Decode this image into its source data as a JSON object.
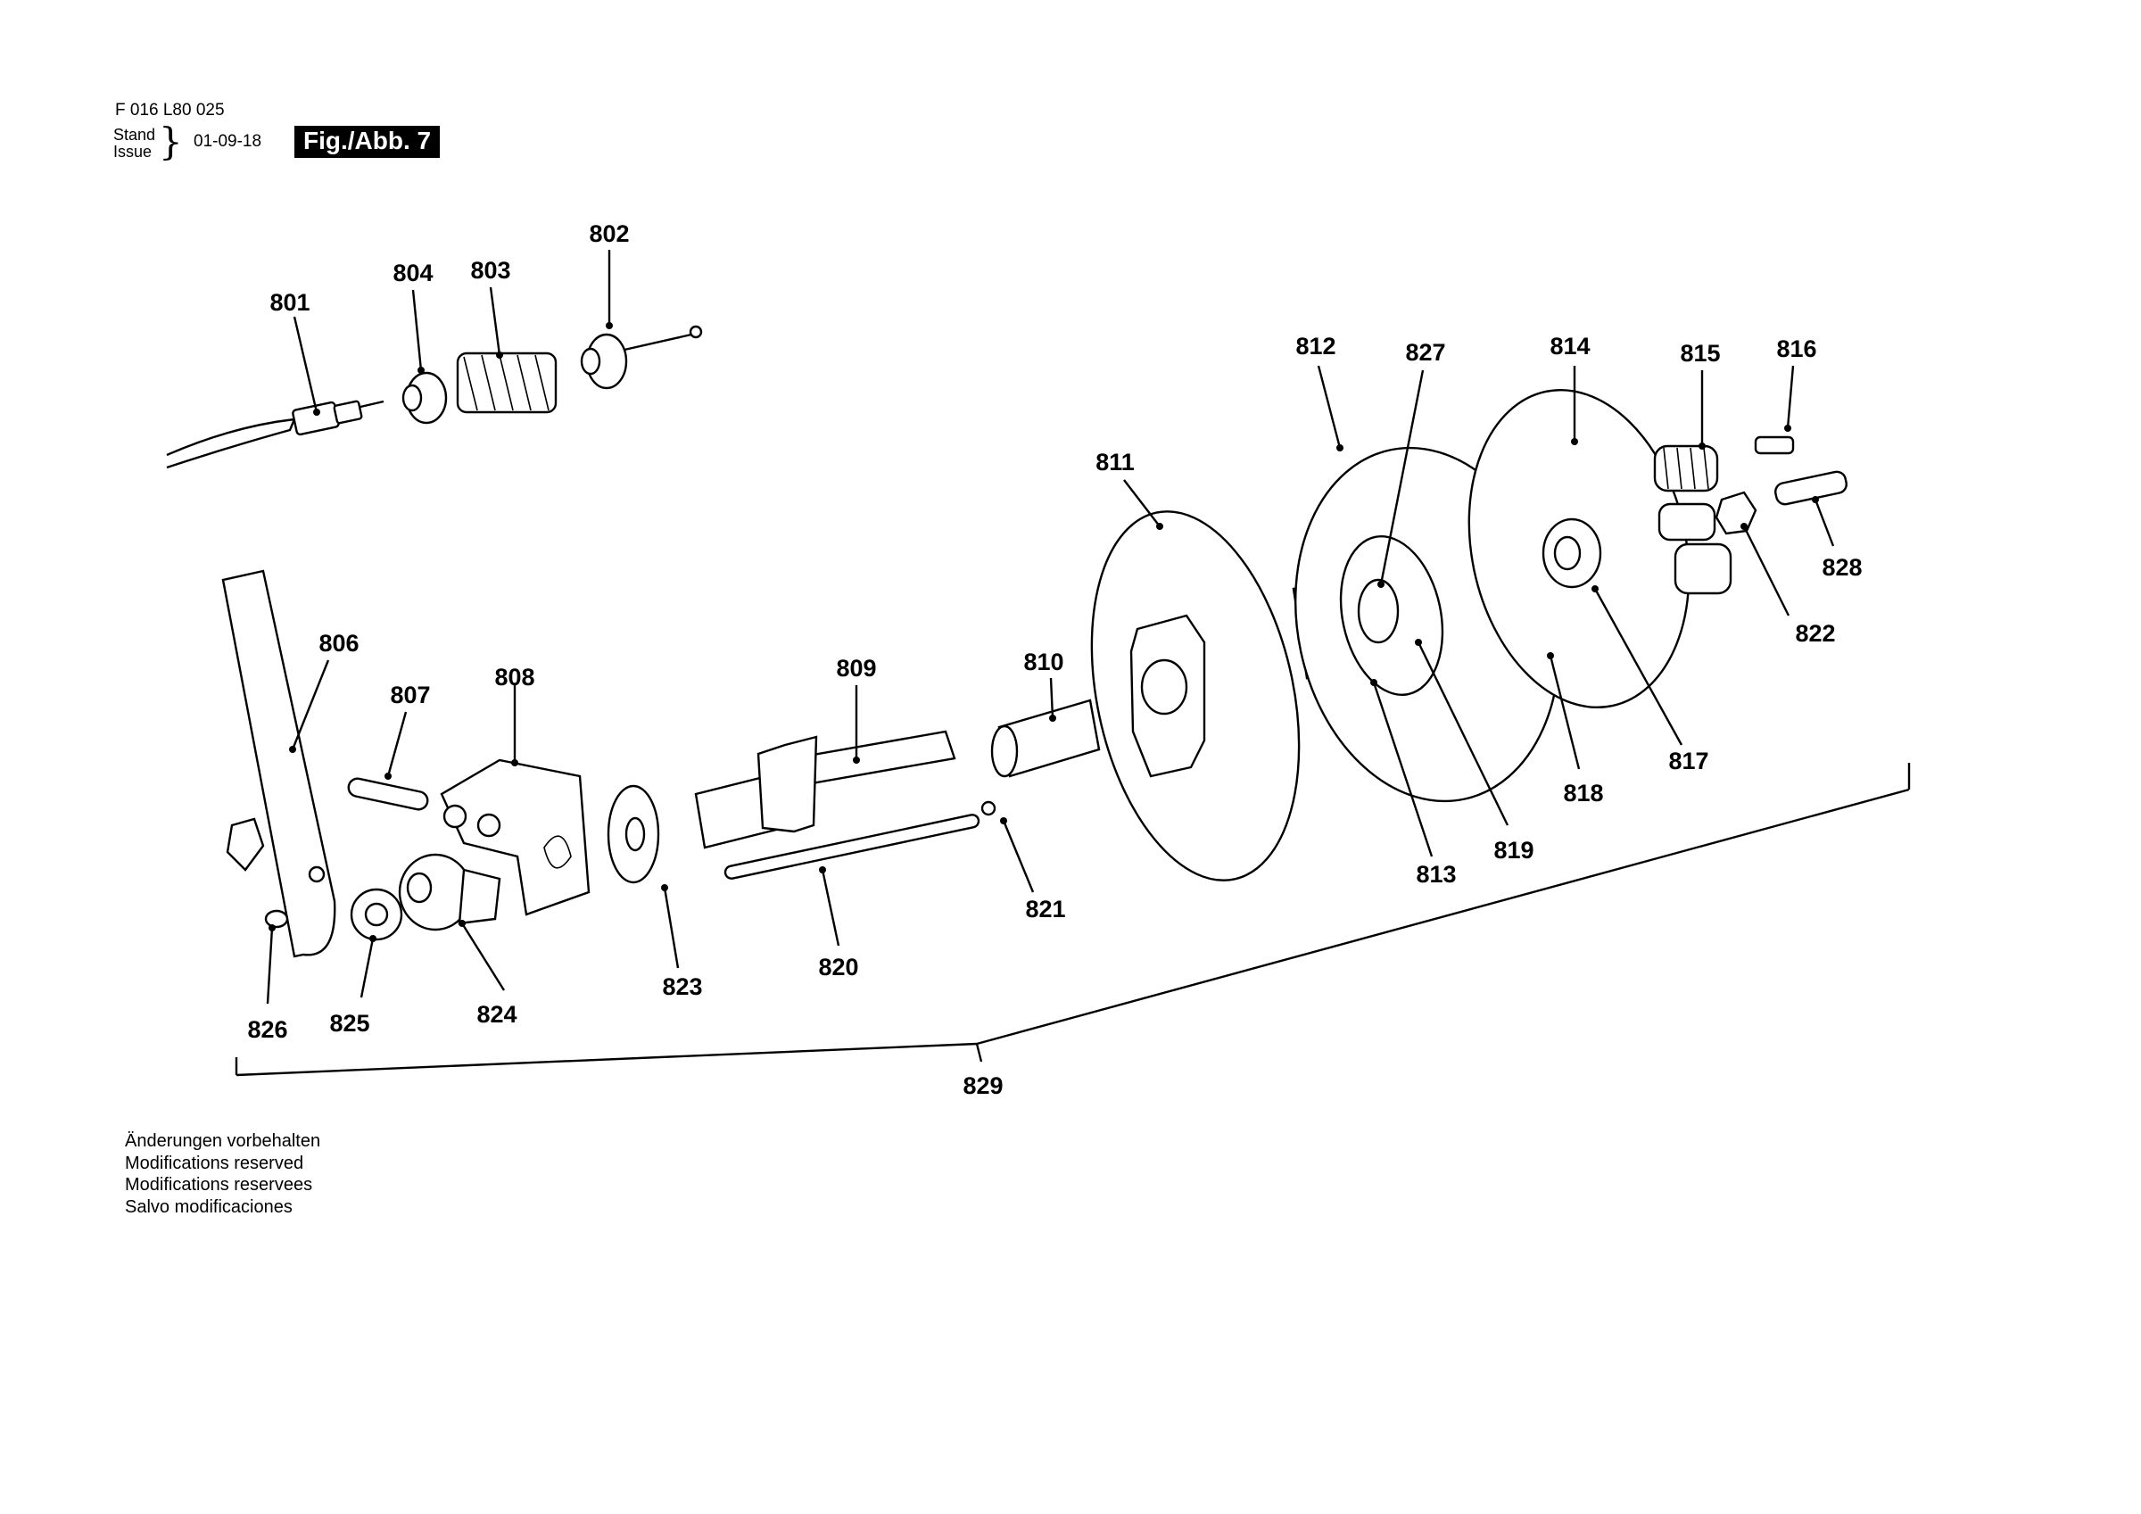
{
  "header": {
    "doc_number": "F 016 L80 025",
    "stand_label": "Stand",
    "issue_label": "Issue",
    "issue_date": "01-09-18",
    "figure_label": "Fig./Abb. 7"
  },
  "callouts": [
    "801",
    "802",
    "803",
    "804",
    "806",
    "807",
    "808",
    "809",
    "810",
    "811",
    "812",
    "813",
    "814",
    "815",
    "816",
    "817",
    "818",
    "819",
    "820",
    "821",
    "822",
    "823",
    "824",
    "825",
    "826",
    "827",
    "828",
    "829"
  ],
  "notes": [
    "Änderungen vorbehalten",
    "Modifications reserved",
    "Modifications reservees",
    "Salvo modificaciones"
  ]
}
